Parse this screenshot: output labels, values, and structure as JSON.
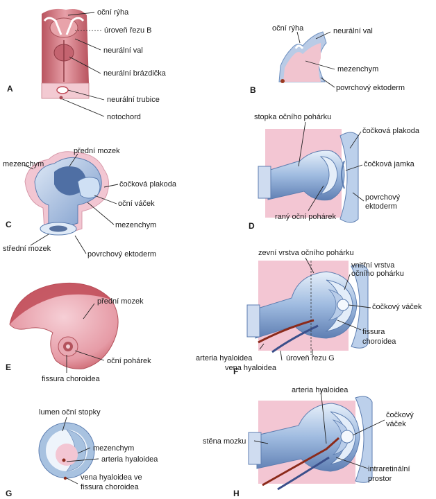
{
  "panels": {
    "A": {
      "letter": "A",
      "labels": {
        "ocni_ryha": "oční rýha",
        "uroven_rezu_b": "úroveň řezu B",
        "neuralni_val": "neurální val",
        "neuralni_brazdicka": "neurální brázdička",
        "neuralni_trubice": "neurální trubice",
        "notochord": "notochord"
      }
    },
    "B": {
      "letter": "B",
      "labels": {
        "ocni_ryha": "oční rýha",
        "neuralni_val": "neurální val",
        "mezenchym": "mezenchym",
        "povrchovy_ektoderm": "povrchový ektoderm"
      }
    },
    "C": {
      "letter": "C",
      "labels": {
        "mezenchym_left": "mezenchym",
        "predni_mozek": "přední mozek",
        "cockova_plakoda": "čočková plakoda",
        "ocni_vacek": "oční váček",
        "mezenchym_right": "mezenchym",
        "stredni_mozek": "střední mozek",
        "povrchovy_ektoderm": "povrchový ektoderm"
      }
    },
    "D": {
      "letter": "D",
      "labels": {
        "stopka": "stopka očního pohárku",
        "cockova_plakoda": "čočková plakoda",
        "cockova_jamka": "čočková jamka",
        "povrchovy_ektoderm_1": "povrchový",
        "povrchovy_ektoderm_2": "ektoderm",
        "rany_ocni_poharek": "raný oční pohárek"
      }
    },
    "E": {
      "letter": "E",
      "labels": {
        "predni_mozek": "přední mozek",
        "ocni_poharek": "oční pohárek",
        "fissura_choroidea": "fissura choroidea"
      }
    },
    "F": {
      "letter": "F",
      "labels": {
        "zevni_vrstva": "zevní vrstva očního pohárku",
        "vnitrni_vrstva_1": "vnitřní vrstva",
        "vnitrni_vrstva_2": "očního pohárku",
        "cockovy_vacek": "čočkový váček",
        "fissura_1": "fissura",
        "fissura_2": "choroidea",
        "arteria_hyaloidea": "arteria hyaloidea",
        "vena_hyaloidea": "vena hyaloidea",
        "uroven_rezu_g": "úroveň řezu G"
      }
    },
    "G": {
      "letter": "G",
      "labels": {
        "lumen": "lumen oční stopky",
        "mezenchym": "mezenchym",
        "arteria_hyaloidea": "arteria hyaloidea",
        "vena_1": "vena hyaloidea ve",
        "vena_2": "fissura choroidea"
      }
    },
    "H": {
      "letter": "H",
      "labels": {
        "arteria_hyaloidea": "arteria hyaloidea",
        "cockovy_vacek_1": "čočkový",
        "cockovy_vacek_2": "váček",
        "stena_mozku": "stěna mozku",
        "intraretinalni_1": "intraretinální",
        "intraretinalni_2": "prostor"
      }
    }
  },
  "colors": {
    "pink_tissue": "#f2c8d3",
    "dark_pink": "#d9717f",
    "blue_light": "#dde9f6",
    "blue_mid": "#a8c2e0",
    "blue_dark": "#6d8fbf",
    "artery_red": "#8b2a1a",
    "vein_blue": "#3b4f8a"
  }
}
